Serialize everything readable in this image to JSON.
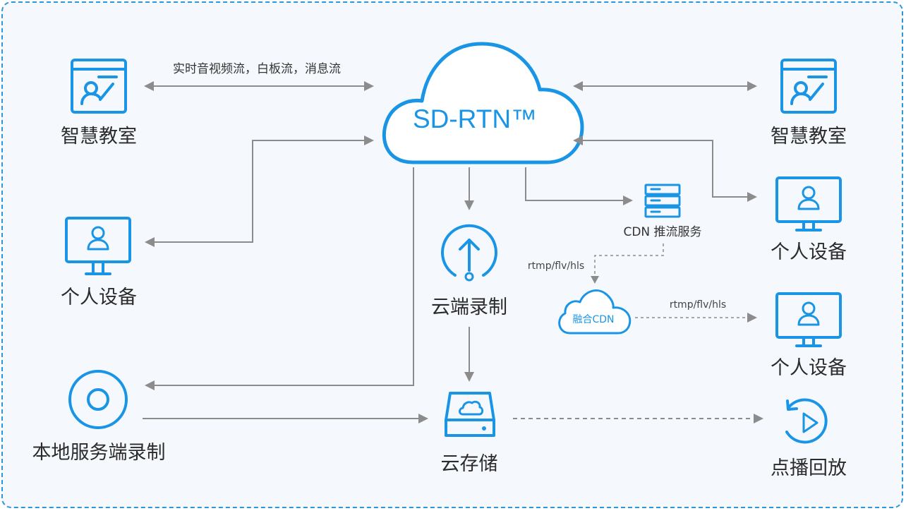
{
  "hub": {
    "label": "SD-RTN™"
  },
  "stream_label": "实时音视频流，白板流，消息流",
  "nodes": {
    "classroom_left": "智慧教室",
    "classroom_right": "智慧教室",
    "device_left": "个人设备",
    "device_right_top": "个人设备",
    "device_right_bottom": "个人设备",
    "cloud_recording": "云端录制",
    "cloud_storage": "云存储",
    "local_recording": "本地服务端录制",
    "cdn_push": "CDN 推流服务",
    "fusion_cdn": "融合CDN",
    "playback": "点播回放"
  },
  "protocol_labels": {
    "push_to_cdn": "rtmp/flv/hls",
    "cdn_to_device": "rtmp/flv/hls"
  },
  "colors": {
    "accent": "#1a95e6",
    "line": "#8c8c8c",
    "border": "#2e97d8",
    "background": "#f5f9fd"
  }
}
